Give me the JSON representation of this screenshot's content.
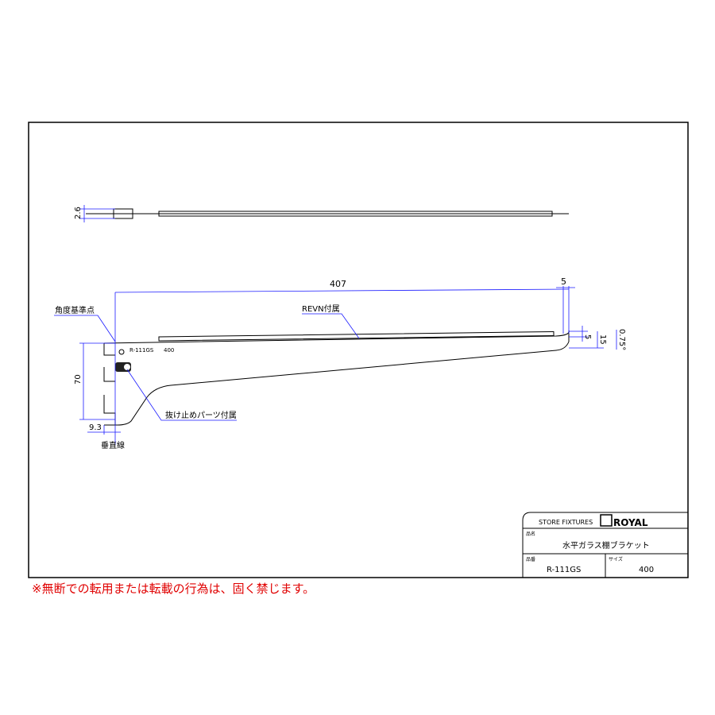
{
  "drawing": {
    "dimensions": {
      "thickness": "2.6",
      "length": "407",
      "tip_width": "5",
      "tip_height": "5",
      "tip_total": "15",
      "angle": "0.75°",
      "height": "70",
      "offset": "9.3"
    },
    "labels": {
      "angle_reference": "角度基準点",
      "revn": "REVN付属",
      "stopper": "抜け止めパーツ付属",
      "vertical_line": "垂直線",
      "stamp_model": "R-111GS",
      "stamp_size": "400"
    }
  },
  "title_block": {
    "company": "STORE FIXTURES",
    "brand": "ROYAL",
    "name_label": "品名",
    "name_value": "水平ガラス棚ブラケット",
    "number_label": "品番",
    "number_value": "R-111GS",
    "size_label": "サイズ",
    "size_value": "400"
  },
  "notice": "※無断での転用または転載の行為は、固く禁じます。"
}
